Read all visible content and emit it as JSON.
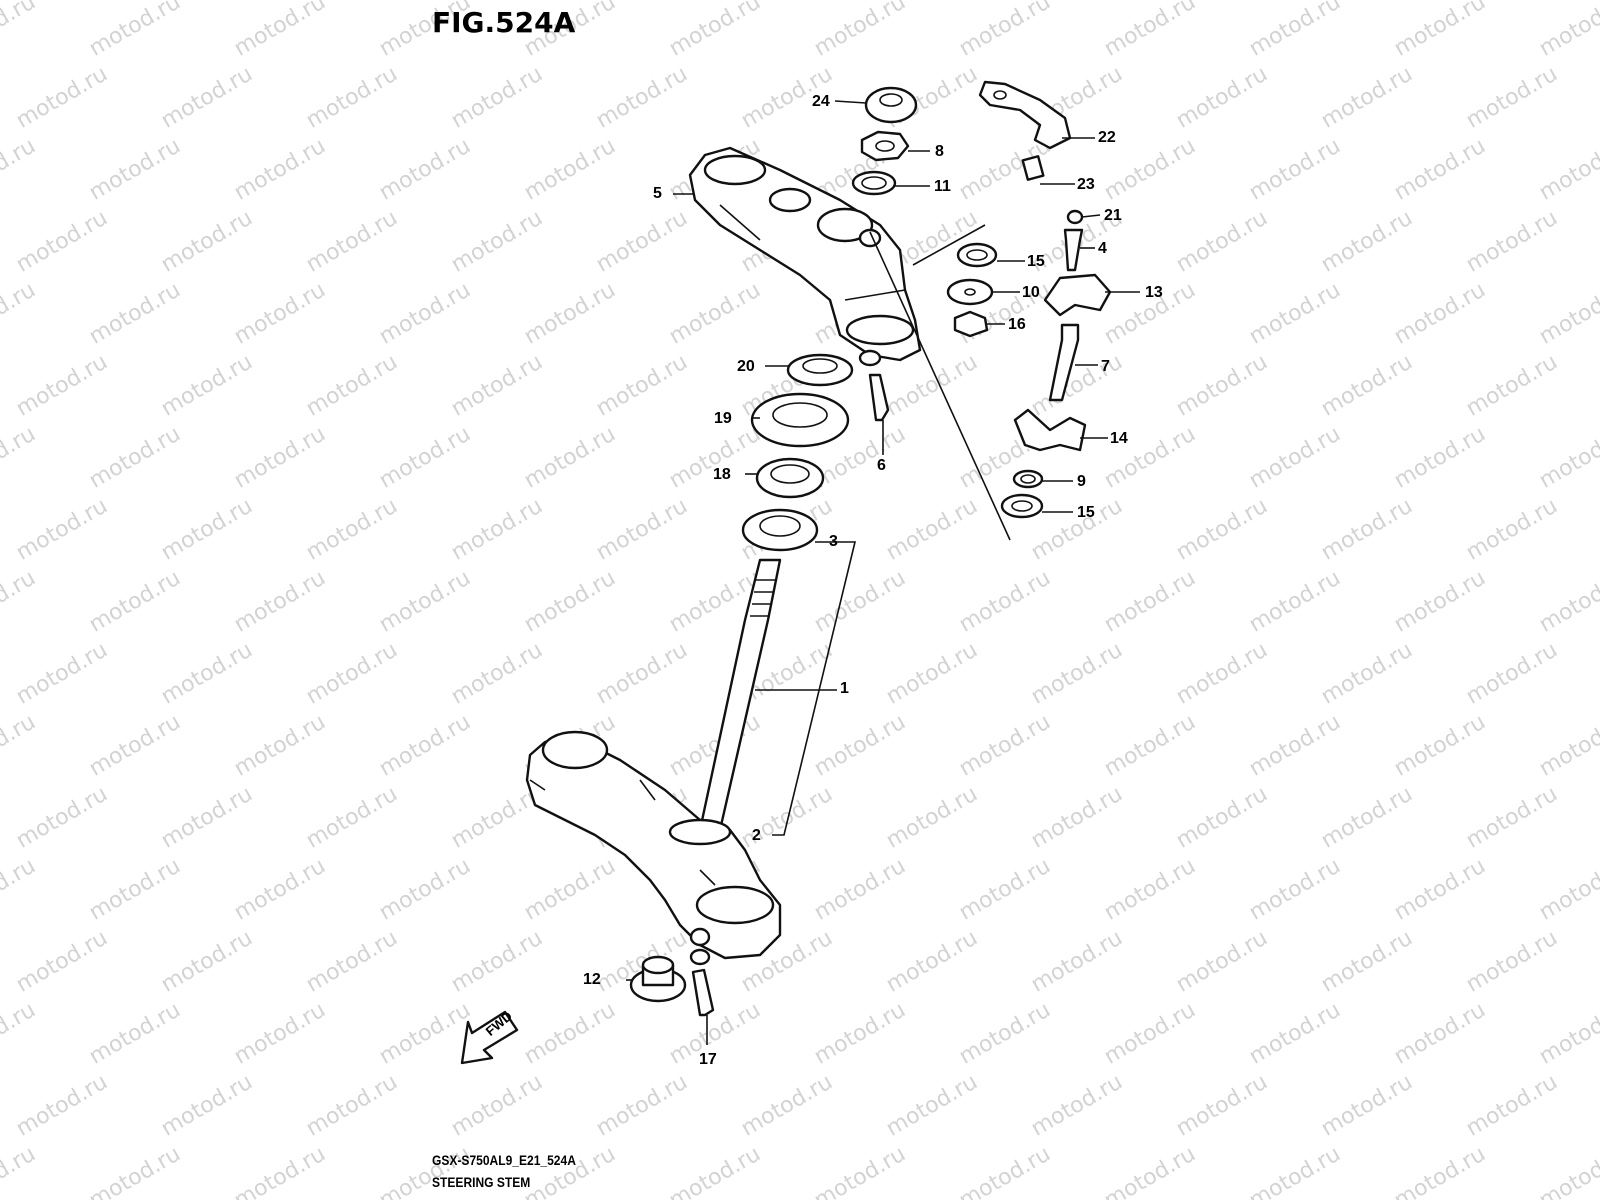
{
  "figure": {
    "title": "FIG.524A",
    "model_code": "GSX-S750AL9_E21_524A",
    "section_name": "STEERING STEM",
    "fwd_label": "FWD"
  },
  "watermark": "motod.ru",
  "callouts": [
    "24",
    "8",
    "11",
    "5",
    "22",
    "23",
    "21",
    "4",
    "15",
    "10",
    "13",
    "16",
    "7",
    "20",
    "6",
    "19",
    "14",
    "9",
    "15",
    "18",
    "3",
    "1",
    "2",
    "12",
    "17"
  ],
  "colors": {
    "ink": "#111111",
    "watermark": "#d3d3d3",
    "background": "#ffffff"
  }
}
